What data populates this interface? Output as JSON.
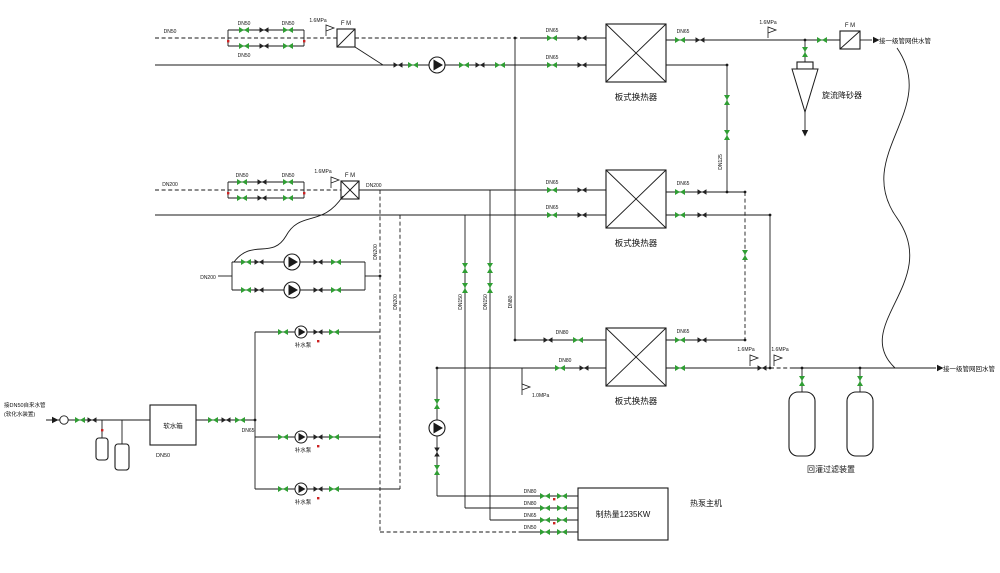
{
  "diagram": {
    "labels": {
      "hx": "板式换热器",
      "cyclone": "旋流降砂器",
      "supply": "接一级管网供水管",
      "return": "接一级管网回水管",
      "filter": "回灌过滤装置",
      "hp_name": "热泵主机",
      "hp_capacity": "制热量1235KW",
      "fm": "F M",
      "tap1": "接DN50自来水管",
      "tap2": "(软化水装置)",
      "softener": "软水箱",
      "makeup_pump": "补水泵",
      "p10": "1.0MPa",
      "p16": "1.6MPa",
      "dn50": "DN50",
      "dn65": "DN65",
      "dn80": "DN80",
      "dn125": "DN125",
      "dn150": "DN150",
      "dn200": "DN200"
    },
    "colors": {
      "line": "#1a1a1a",
      "valve_green": "#2f9e33",
      "accent_red": "#cc2222"
    }
  }
}
